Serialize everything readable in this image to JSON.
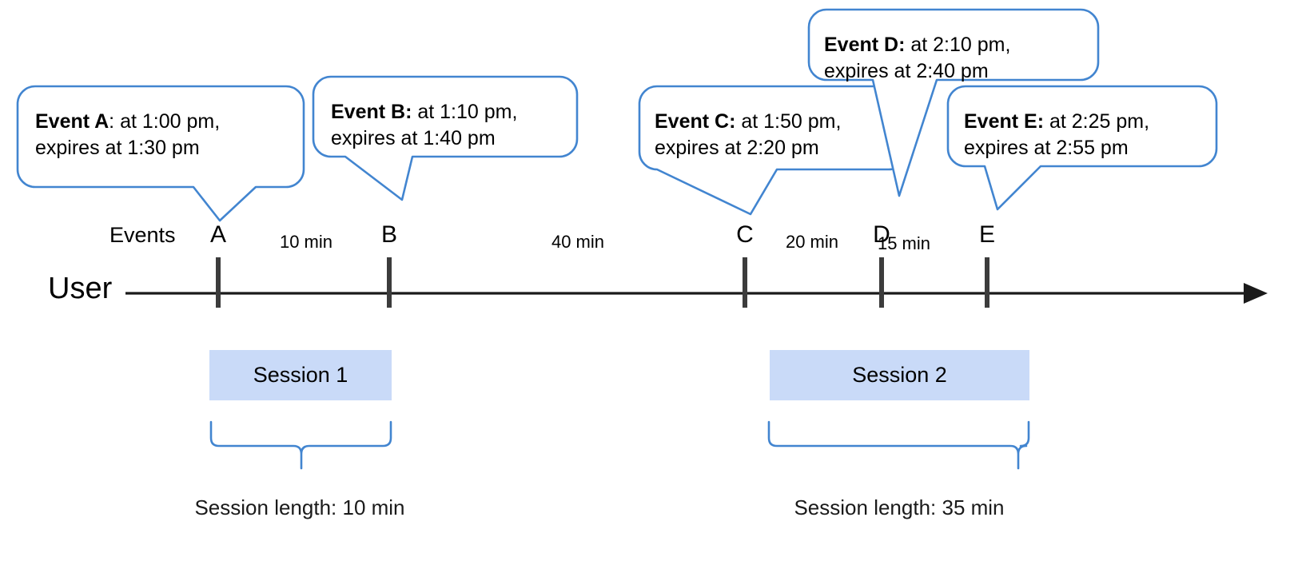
{
  "diagram": {
    "title_row_label": "Events",
    "lane_label": "User",
    "callouts": [
      {
        "id": "A",
        "bold": "Event A",
        "sep": ": ",
        "line1_rest": "at 1:00 pm,",
        "line2": "expires at 1:30 pm",
        "event_time": "1:00 pm",
        "expires_time": "1:30 pm"
      },
      {
        "id": "B",
        "bold": "Event B:",
        "sep": " ",
        "line1_rest": "at 1:10 pm,",
        "line2": "expires at 1:40 pm",
        "event_time": "1:10 pm",
        "expires_time": "1:40 pm"
      },
      {
        "id": "C",
        "bold": "Event C:",
        "sep": " ",
        "line1_rest": "at 1:50 pm,",
        "line2": "expires at 2:20 pm",
        "event_time": "1:50 pm",
        "expires_time": "2:20 pm"
      },
      {
        "id": "D",
        "bold": "Event D:",
        "sep": " ",
        "line1_rest": "at 2:10 pm,",
        "line2": "expires at 2:40 pm",
        "event_time": "2:10 pm",
        "expires_time": "2:40 pm"
      },
      {
        "id": "E",
        "bold": "Event E:",
        "sep": " ",
        "line1_rest": "at 2:25 pm,",
        "line2": "expires at 2:55 pm",
        "event_time": "2:25 pm",
        "expires_time": "2:55 pm"
      }
    ],
    "markers": [
      {
        "label": "A"
      },
      {
        "label": "B"
      },
      {
        "label": "C"
      },
      {
        "label": "D"
      },
      {
        "label": "E"
      }
    ],
    "gaps": [
      {
        "label": "10 min",
        "between": "A-B"
      },
      {
        "label": "40 min",
        "between": "B-C"
      },
      {
        "label": "20 min",
        "between": "C-D"
      },
      {
        "label": "15 min",
        "between": "D-E"
      }
    ],
    "sessions": [
      {
        "name": "Session 1",
        "length_label": "Session length: 10 min"
      },
      {
        "name": "Session 2",
        "length_label": "Session length: 35 min"
      }
    ],
    "colors": {
      "callout_border": "#4285d0",
      "session_fill": "#c9daf8",
      "axis": "#1a1a1a",
      "tick": "#3c3c3c",
      "brace": "#4285d0",
      "text": "#000000"
    }
  }
}
